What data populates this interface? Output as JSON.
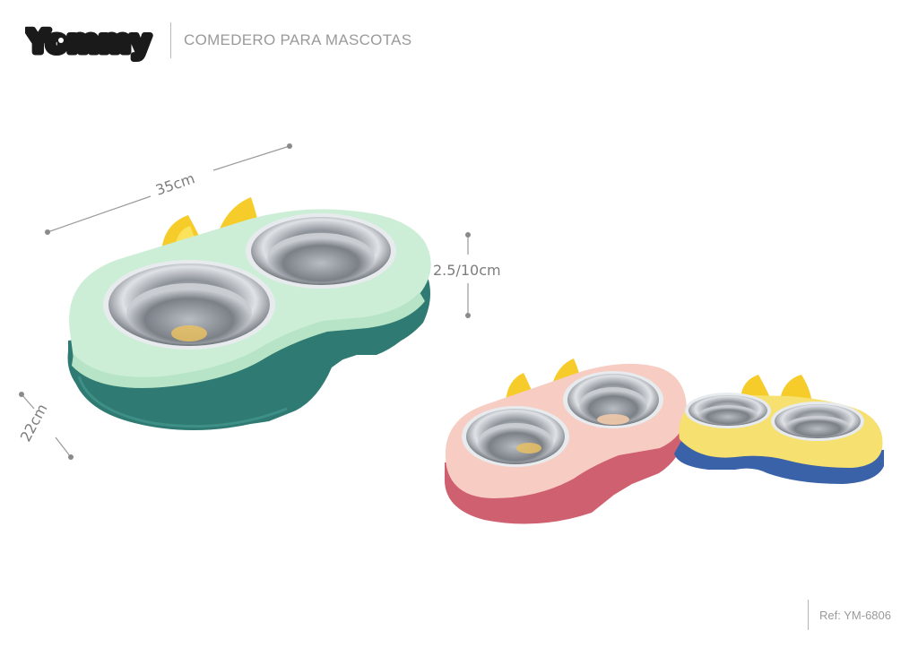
{
  "brand": {
    "logo_text": "Yommy"
  },
  "header": {
    "subtitle": "COMEDERO PARA MASCOTAS"
  },
  "dimensions": {
    "length": "35cm",
    "height": "2.5/10cm",
    "width": "22cm"
  },
  "products": [
    {
      "name": "green-teal-feeder",
      "top_color": "#cdeed6",
      "base_color": "#2f7a72",
      "ear_color": "#f5cc2a"
    },
    {
      "name": "pink-red-feeder",
      "top_color": "#f6ccc3",
      "base_color": "#cf6070",
      "ear_color": "#f5cc2a"
    },
    {
      "name": "yellow-blue-feeder",
      "top_color": "#f6e070",
      "base_color": "#3a62a8",
      "ear_color": "#f5cc2a"
    }
  ],
  "footer": {
    "ref": "Ref: YM-6806"
  }
}
